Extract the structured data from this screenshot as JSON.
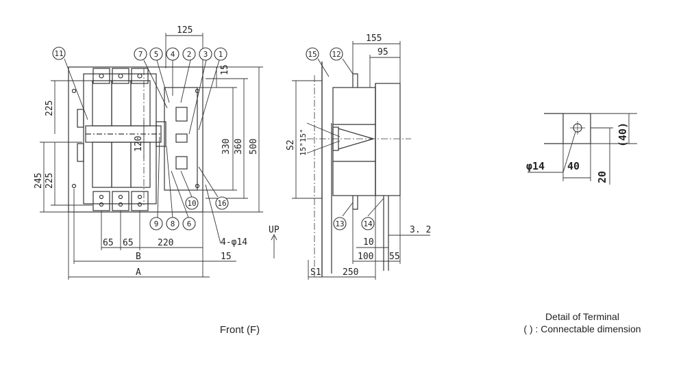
{
  "captions": {
    "front": "Front (F)",
    "detail_title": "Detail of Terminal",
    "detail_note": "(   ) : Connectable dimension"
  },
  "front_view": {
    "balloons": [
      "11",
      "7",
      "5",
      "4",
      "2",
      "3",
      "1",
      "9",
      "8",
      "6",
      "10",
      "16"
    ],
    "dims": {
      "top": "125",
      "top_right": "15",
      "left_upper": "225",
      "left_lower": "225",
      "left_outer": "245",
      "center": "120",
      "h330": "330",
      "h360": "360",
      "h500": "500",
      "b65a": "65",
      "b65b": "65",
      "b220": "220",
      "hole": "4-φ14",
      "b15": "15",
      "B": "B",
      "A": "A"
    },
    "up_label": "UP"
  },
  "side_view": {
    "balloons": [
      "15",
      "12",
      "13",
      "14"
    ],
    "dims": {
      "top155": "155",
      "top95": "95",
      "s2": "S2",
      "angle": "15°15°",
      "d32": "3. 2",
      "d10": "10",
      "d100": "100",
      "d55": "55",
      "s1": "S1",
      "d250": "250"
    }
  },
  "terminal_detail": {
    "dims": {
      "dia": "φ14",
      "w40": "40",
      "h40": "(40)",
      "d20": "20"
    }
  }
}
